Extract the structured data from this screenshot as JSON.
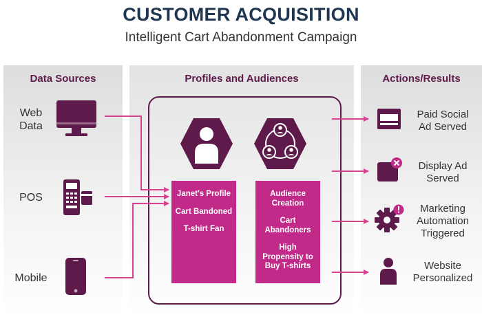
{
  "header": {
    "title": "CUSTOMER ACQUISITION",
    "subtitle": "Intelligent Cart Abandonment Campaign"
  },
  "columns": {
    "sources_title": "Data Sources",
    "profiles_title": "Profiles and Audiences",
    "results_title": "Actions/Results"
  },
  "sources": [
    {
      "label_1": "Web",
      "label_2": "Data",
      "icon": "monitor-icon"
    },
    {
      "label_1": "POS",
      "icon": "pos-terminal-icon"
    },
    {
      "label_1": "Mobile",
      "icon": "mobile-phone-icon"
    }
  ],
  "profile": {
    "lines": [
      "Janet's Profile",
      "Cart Bandoned",
      "T-shirt Fan"
    ],
    "icon": "person-icon"
  },
  "audience": {
    "line_1a": "Audience",
    "line_1b": "Creation",
    "line_2a": "Cart",
    "line_2b": "Abandoners",
    "line_3a": "High",
    "line_3b": "Propensity to",
    "line_3c": "Buy T-shirts",
    "icon": "audience-network-icon"
  },
  "results": [
    {
      "line_1": "Paid Social",
      "line_2": "Ad Served",
      "icon": "ad-window-icon"
    },
    {
      "line_1": "Display Ad",
      "line_2": "Served",
      "icon": "display-ad-icon"
    },
    {
      "line_1": "Marketing",
      "line_2": "Automation",
      "line_3": "Triggered",
      "icon": "gear-alert-icon"
    },
    {
      "line_1": "Website",
      "line_2": "Personalized",
      "icon": "user-icon"
    }
  ],
  "colors": {
    "dark_plum": "#5e1a4a",
    "magenta": "#c22a8a",
    "arrow_pink": "#d6438f",
    "title_navy": "#1f3651",
    "text_dark": "#333333",
    "panel_grey": "#e9e9e9"
  }
}
